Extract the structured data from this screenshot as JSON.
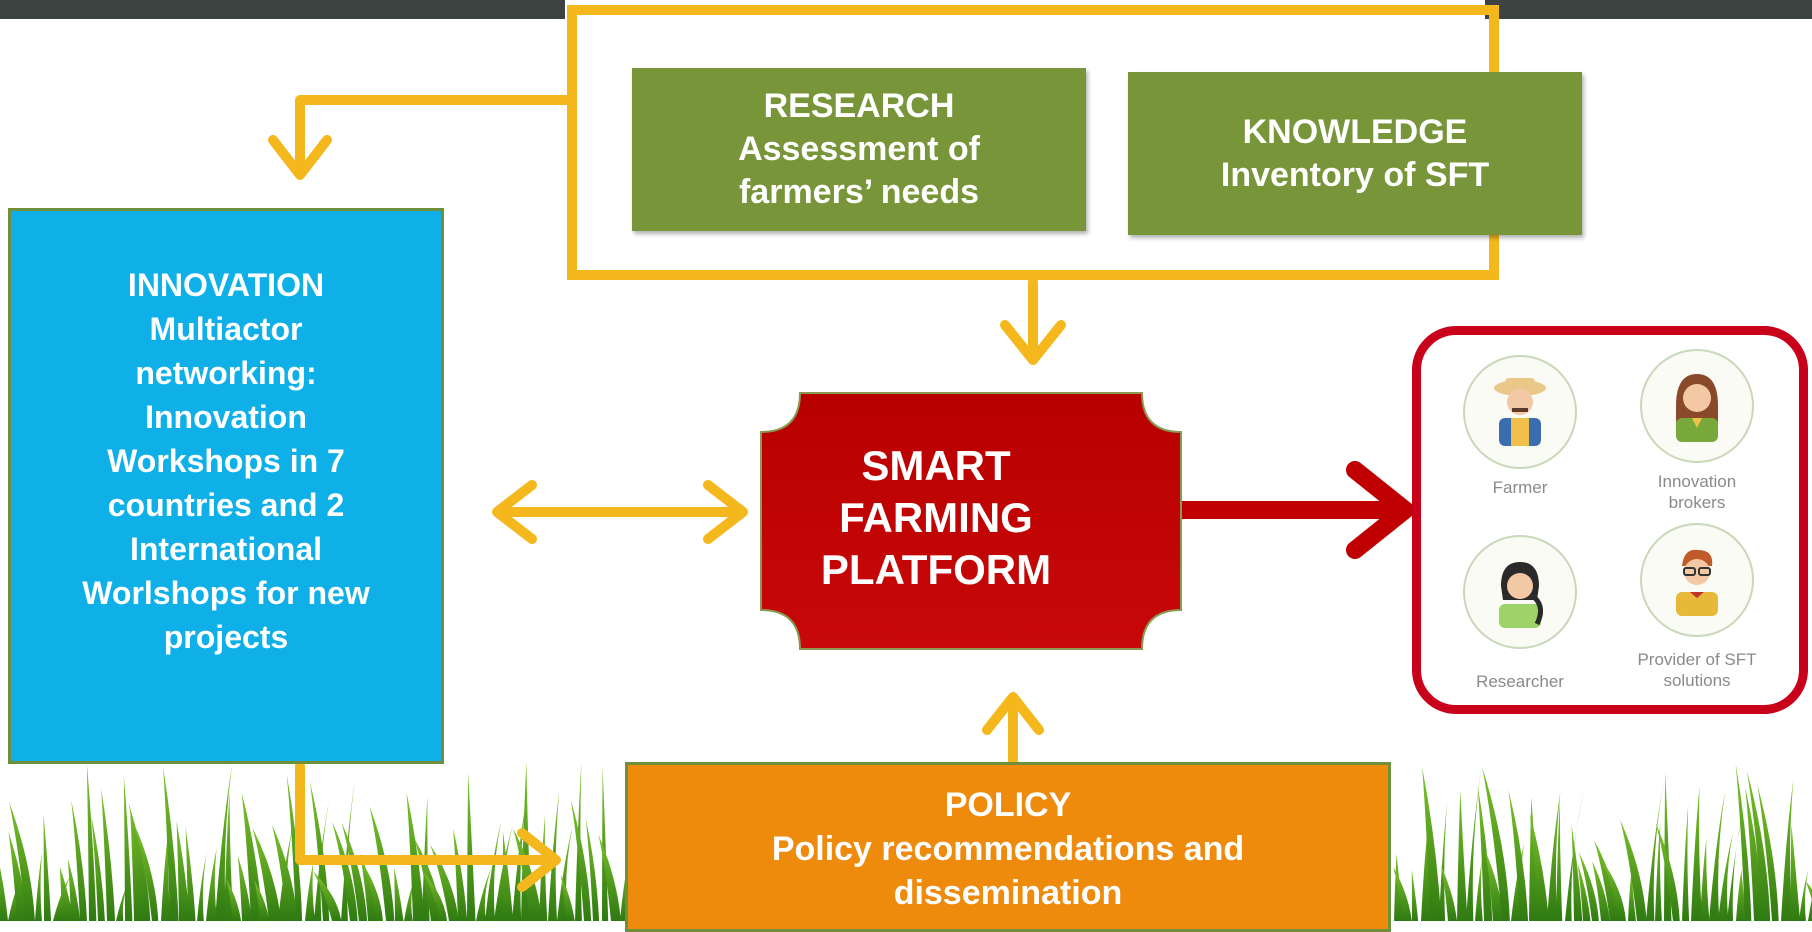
{
  "research": {
    "title": "RESEARCH",
    "line1": "Assessment of",
    "line2": "farmers’ needs"
  },
  "knowledge": {
    "title": "KNOWLEDGE",
    "line1": "Inventory of SFT"
  },
  "innovation": {
    "title": "INNOVATION",
    "lines": [
      "Multiactor",
      "networking:",
      "Innovation",
      "Workshops in 7",
      "countries and 2",
      "International",
      "Worlshops for new",
      "projects"
    ]
  },
  "platform": {
    "line1": "SMART",
    "line2": "FARMING",
    "line3": "PLATFORM"
  },
  "policy": {
    "title": "POLICY",
    "line1": "Policy recommendations and",
    "line2": "dissemination"
  },
  "stakeholders": {
    "farmer": "Farmer",
    "innovation_brokers": [
      "Innovation",
      "brokers"
    ],
    "researcher": "Researcher",
    "provider": [
      "Provider of SFT",
      "solutions"
    ]
  },
  "colors": {
    "arrow": "#f5b81c",
    "platform": "#c00000",
    "green_box": "#78953a",
    "innovation": "#0fb0e8",
    "policy": "#ee8a0c",
    "stakeholder_frame": "#c8001a"
  }
}
